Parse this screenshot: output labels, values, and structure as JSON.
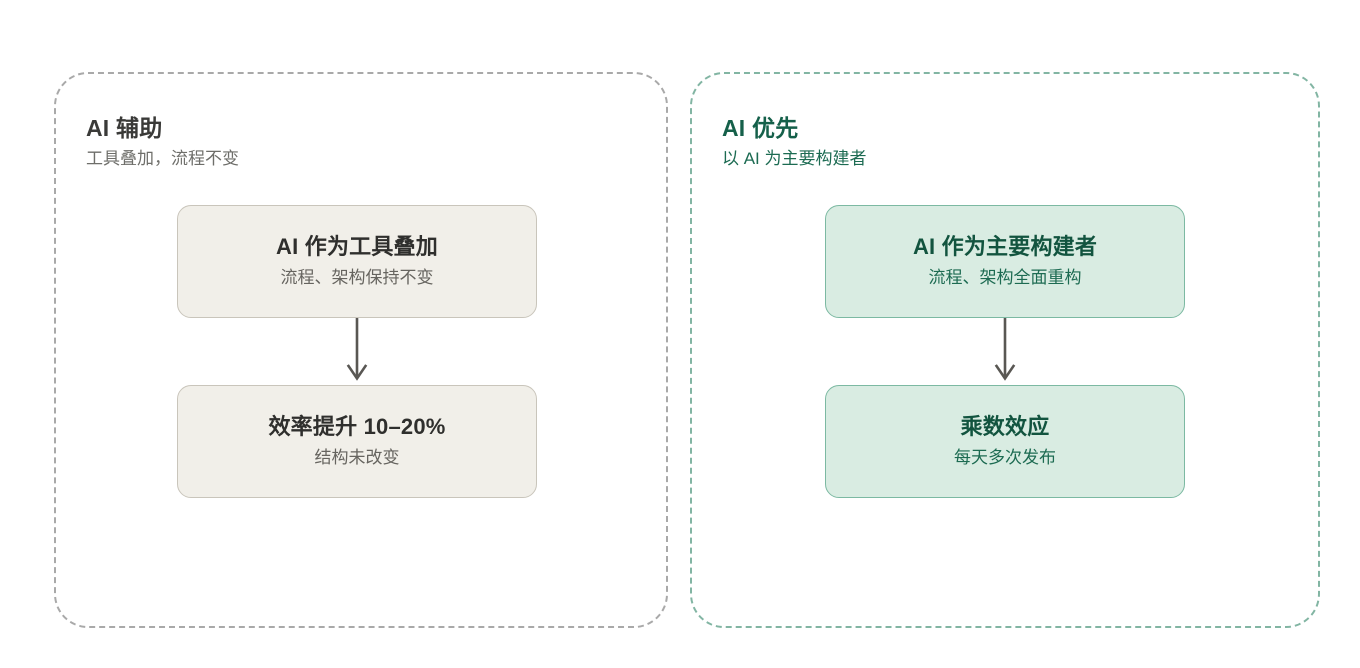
{
  "diagram": {
    "type": "two-column-comparison-flow",
    "background": "#ffffff",
    "panels": [
      {
        "id": "ai-assisted",
        "title": "AI 辅助",
        "subtitle": "工具叠加，流程不变",
        "accent": "#a9a9a9",
        "node_fill": "#f1efe9",
        "node_border": "#c9c5bb",
        "title_color": "#3a3a38",
        "nodes": [
          {
            "id": "tool-layer",
            "title": "AI 作为工具叠加",
            "subtitle": "流程、架构保持不变"
          },
          {
            "id": "efficiency-gain",
            "title": "效率提升 10–20%",
            "subtitle": "结构未改变"
          }
        ],
        "connector": {
          "icon": "arrow-down-icon",
          "color": "#595753"
        }
      },
      {
        "id": "ai-first",
        "title": "AI 优先",
        "subtitle": "以 AI 为主要构建者",
        "accent": "#82b5a3",
        "node_fill": "#d9ece2",
        "node_border": "#7cb9a2",
        "title_color": "#15604a",
        "nodes": [
          {
            "id": "primary-builder",
            "title": "AI 作为主要构建者",
            "subtitle": "流程、架构全面重构"
          },
          {
            "id": "multiplier-effect",
            "title": "乘数效应",
            "subtitle": "每天多次发布"
          }
        ],
        "connector": {
          "icon": "arrow-down-icon",
          "color": "#595753"
        }
      }
    ]
  }
}
